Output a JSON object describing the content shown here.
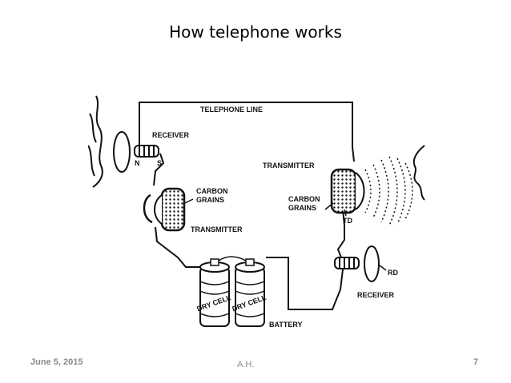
{
  "slide": {
    "title": "How telephone works",
    "footer_date": "June 5, 2015",
    "footer_author": "A.H.",
    "page_number": "7"
  },
  "diagram": {
    "labels": {
      "telephone_line": "TELEPHONE LINE",
      "receiver_left": "RECEIVER",
      "n": "N",
      "s": "S",
      "transmitter_right": "TRANSMITTER",
      "carbon_left_1": "CARBON",
      "carbon_left_2": "GRAINS",
      "carbon_right_1": "CARBON",
      "carbon_right_2": "GRAINS",
      "td": "TD",
      "transmitter_left": "TRANSMITTER",
      "rd": "RD",
      "receiver_right": "RECEIVER",
      "battery": "BATTERY",
      "dry_cell_1": "DRY CELL",
      "dry_cell_2": "DRY CELL"
    }
  }
}
